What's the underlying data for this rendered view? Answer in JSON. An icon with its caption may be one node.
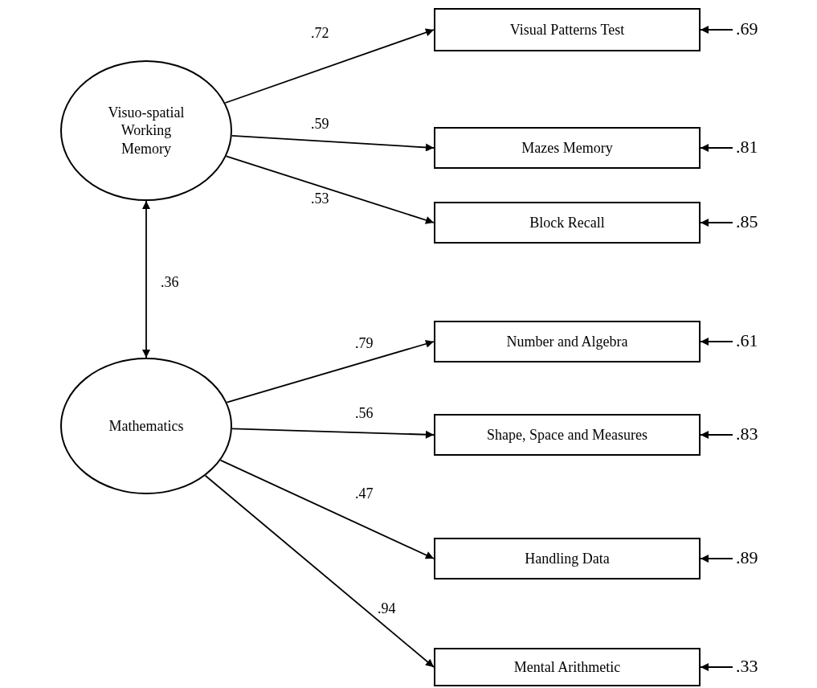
{
  "diagram": {
    "nodes": [
      {
        "text": [
          "Visuo-spatial Working Memory"
        ]
      },
      {
        "text": [
          "Visual Patterns Test"
        ]
      },
      {
        "text": [
          "Mazes Memory"
        ]
      },
      {
        "text": [
          "Block Recall"
        ]
      },
      {
        "text": [
          "Mathematics"
        ]
      },
      {
        "text": [
          "Number and Algebra"
        ]
      },
      {
        "text": [
          "Shape, Space and Measures"
        ]
      },
      {
        "text": [
          "Handling Data"
        ]
      },
      {
        "text": [
          "Mental Arithmetic"
        ]
      }
    ],
    "edges": [
      {
        "from": 0,
        "to": 1,
        "arrow": "to",
        "label": ".72"
      },
      {
        "from": 0,
        "to": 2,
        "arrow": "to",
        "label": ".59"
      },
      {
        "from": 0,
        "to": 3,
        "arrow": "to",
        "label": ".53"
      },
      {
        "from": 0,
        "to": 4,
        "arrow": "both",
        "label": ".36"
      },
      {
        "from": 4,
        "to": 5,
        "arrow": "to",
        "label": ".79"
      },
      {
        "from": 4,
        "to": 6,
        "arrow": "to",
        "label": ".56"
      },
      {
        "from": 4,
        "to": 7,
        "arrow": "to",
        "label": ".47"
      },
      {
        "from": 4,
        "to": 8,
        "arrow": "to",
        "label": ".94"
      },
      {
        "from": null,
        "to": 1,
        "arrow": "to",
        "label": ".69"
      },
      {
        "from": null,
        "to": 2,
        "arrow": "to",
        "label": ".81"
      },
      {
        "from": null,
        "to": 3,
        "arrow": "to",
        "label": ".85"
      },
      {
        "from": null,
        "to": 5,
        "arrow": "to",
        "label": ".61"
      },
      {
        "from": null,
        "to": 6,
        "arrow": "to",
        "label": ".83"
      },
      {
        "from": null,
        "to": 7,
        "arrow": "to",
        "label": ".89"
      },
      {
        "from": null,
        "to": 8,
        "arrow": "to",
        "label": ".33"
      }
    ]
  }
}
